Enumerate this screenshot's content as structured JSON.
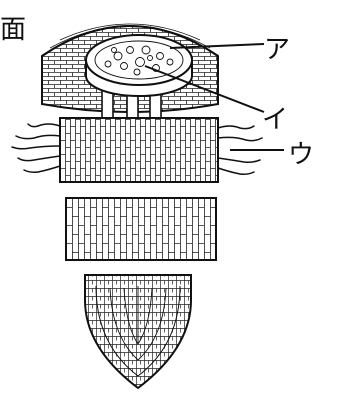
{
  "diagram": {
    "corner_text": "面",
    "labels": {
      "a": "ア",
      "i": "イ",
      "u": "ウ"
    },
    "colors": {
      "ink": "#111111",
      "background": "#ffffff"
    }
  }
}
